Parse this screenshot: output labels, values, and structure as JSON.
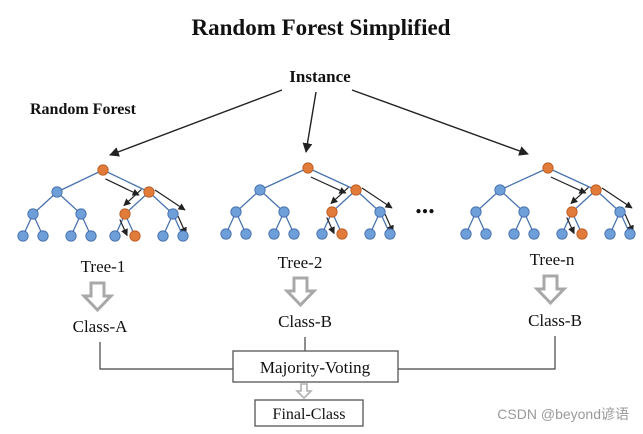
{
  "title": "Random Forest Simplified",
  "instance_label": "Instance",
  "forest_label": "Random Forest",
  "ellipsis": "...",
  "trees": [
    {
      "name": "Tree-1",
      "class_label": "Class-A"
    },
    {
      "name": "Tree-2",
      "class_label": "Class-B"
    },
    {
      "name": "Tree-n",
      "class_label": "Class-B"
    }
  ],
  "voting_label": "Majority-Voting",
  "final_label": "Final-Class",
  "watermark": "CSDN @beyond谚语",
  "colors": {
    "node_blue": "#6f9fd8",
    "node_orange": "#e07b39",
    "edge": "#4a74b0",
    "arrow": "#222222",
    "hollow_arrow": "#a8a8a8",
    "text": "#111111",
    "watermark": "#9a9a9a"
  }
}
